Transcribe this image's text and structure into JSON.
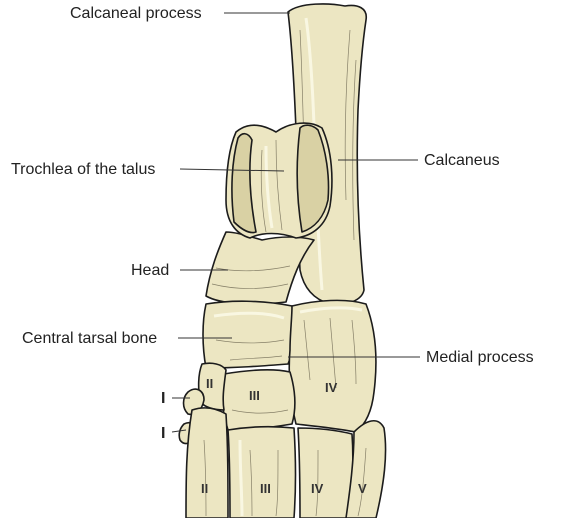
{
  "labels": {
    "calcaneal_process": "Calcaneal process",
    "trochlea": "Trochlea of the talus",
    "calcaneus": "Calcaneus",
    "head": "Head",
    "central_tarsal": "Central tarsal bone",
    "medial_process": "Medial process",
    "tarsal_I_upper": "I",
    "tarsal_I_lower": "I"
  },
  "numerals": {
    "tarsal_II": "II",
    "tarsal_III": "III",
    "tarsal_IV": "IV",
    "metatarsal_II": "II",
    "metatarsal_III": "III",
    "metatarsal_IV": "IV",
    "metatarsal_V": "V"
  },
  "colors": {
    "bone_fill": "#ece6c2",
    "bone_shadow": "#d9d1a4",
    "outline": "#1c1c1c",
    "label_text": "#222222"
  }
}
